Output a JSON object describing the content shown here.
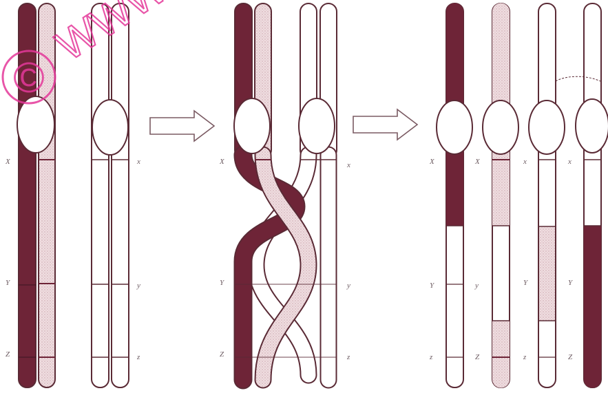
{
  "diagram": {
    "colors": {
      "dark": "#6e2437",
      "light": "#ecd6d9",
      "white": "#ffffff",
      "outline": "#5a2a35",
      "arrow": "#7a5a62",
      "watermark": "#e4389a"
    },
    "labels": {
      "x_left": "X",
      "x_right": "x",
      "y_left": "Y",
      "y_right": "y",
      "z_left": "Z",
      "z_right": "z"
    },
    "watermark": {
      "symbol": "©",
      "text": "WWW.SV"
    },
    "arrow_icon": "right-arrow-outline"
  }
}
